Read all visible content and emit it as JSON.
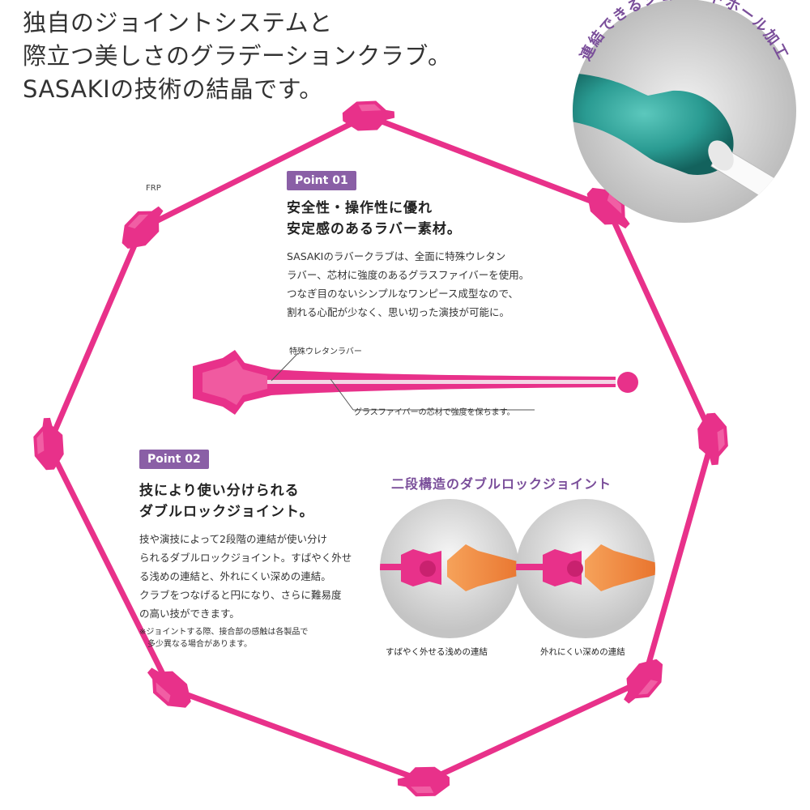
{
  "headline": {
    "line1": "独自のジョイントシステムと",
    "line2": "際立つ美しさのグラデーションクラブ。",
    "line3": "SASAKIの技術の結晶です。"
  },
  "frp_label": "FRP",
  "inset_top": {
    "arc_caption": "連結できるジョイントホール加工",
    "colors": {
      "teal": "#2a9b92",
      "pink": "#e8318a"
    }
  },
  "point1": {
    "badge": "Point 01",
    "title_line1": "安全性・操作性に優れ",
    "title_line2": "安定感のあるラバー素材。",
    "body": [
      "SASAKIのラバークラブは、全面に特殊ウレタン",
      "ラバー、芯材に強度のあるグラスファイバーを使用。",
      "つなぎ目のないシンプルなワンピース成型なので、",
      "割れる心配が少なく、思い切った演技が可能に。"
    ]
  },
  "diagram": {
    "label_rubber": "特殊ウレタンラバー",
    "label_fiber": "グラスファイバーの芯材で強度を保ちます。"
  },
  "point2": {
    "badge": "Point 02",
    "title_line1": "技により使い分けられる",
    "title_line2": "ダブルロックジョイント。",
    "body": [
      "技や演技によって2段階の連結が使い分け",
      "られるダブルロックジョイント。すばやく外せ",
      "る浅めの連結と、外れにくい深めの連結。",
      "クラブをつなげると円になり、さらに難易度",
      "の高い技ができます。"
    ],
    "note_line1": "※ジョイントする際、接合部の感触は各製品で",
    "note_line2": "多少異なる場合があります。"
  },
  "double_lock": {
    "title": "二段構造のダブルロックジョイント",
    "caption_left": "すばやく外せる浅めの連結",
    "caption_right": "外れにくい深めの連結"
  },
  "colors": {
    "pink": "#e8318a",
    "badge": "#8a5fa6",
    "orange": "#f0823a"
  }
}
